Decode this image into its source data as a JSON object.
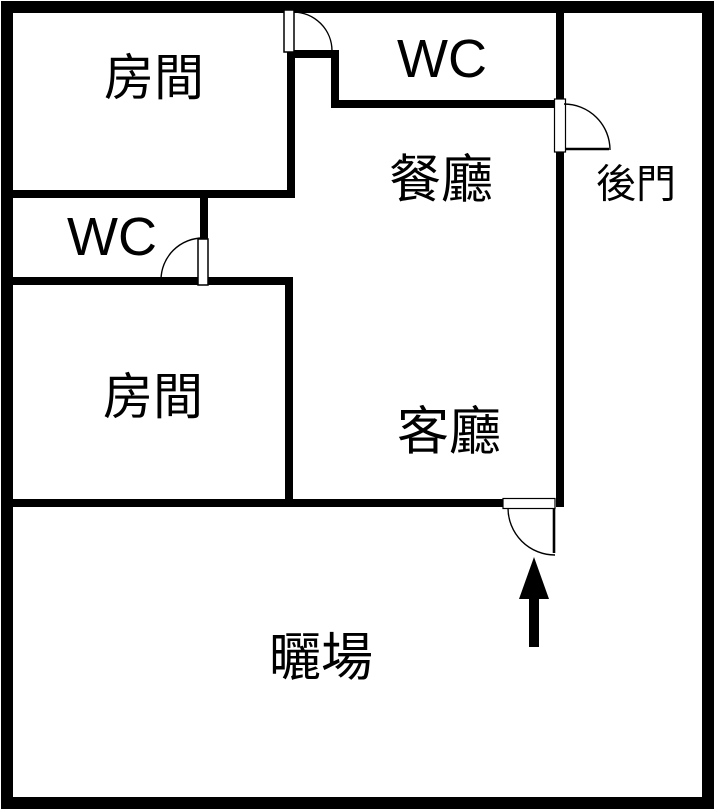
{
  "meta": {
    "kind": "floor-plan",
    "language": "zh-TW"
  },
  "colors": {
    "wall": "#000000",
    "background": "#ffffff",
    "line": "#000000"
  },
  "rooms": {
    "room_top_left": "房間",
    "wc_top": "WC",
    "dining": "餐廳",
    "back_door": "後門",
    "wc_left": "WC",
    "room_bottom_left": "房間",
    "living": "客廳",
    "yard": "曬場"
  },
  "icons": {
    "entrance_arrow": "arrow-up"
  }
}
